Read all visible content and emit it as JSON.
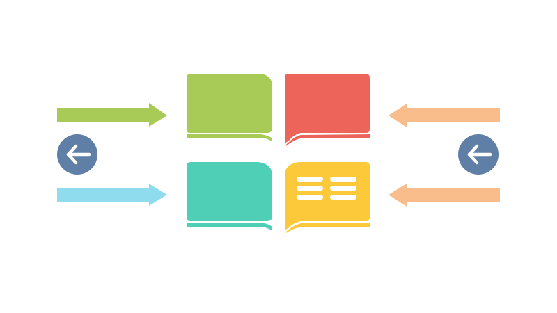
{
  "colors": {
    "background": "#ffffff",
    "green": "#a8cb57",
    "red": "#ec645a",
    "teal": "#4fcfb6",
    "yellow": "#fbc93a",
    "light_blue": "#8fdcef",
    "peach": "#f8bd8b",
    "circle_blue": "#5f7fa6",
    "white": "#ffffff"
  },
  "icons": {
    "left_circle": "arrow-left-icon",
    "right_circle": "arrow-left-icon",
    "yellow_book": "text-lines-icon"
  },
  "diagram": {
    "blocks": [
      {
        "id": "green",
        "color_key": "green"
      },
      {
        "id": "red",
        "color_key": "red"
      },
      {
        "id": "teal",
        "color_key": "teal"
      },
      {
        "id": "yellow",
        "color_key": "yellow",
        "has_text_lines": true
      }
    ],
    "arrows": [
      {
        "id": "left-top",
        "color_key": "green",
        "direction": "right"
      },
      {
        "id": "left-bottom",
        "color_key": "light_blue",
        "direction": "right"
      },
      {
        "id": "right-top",
        "color_key": "peach",
        "direction": "left"
      },
      {
        "id": "right-bottom",
        "color_key": "peach",
        "direction": "left"
      }
    ]
  }
}
